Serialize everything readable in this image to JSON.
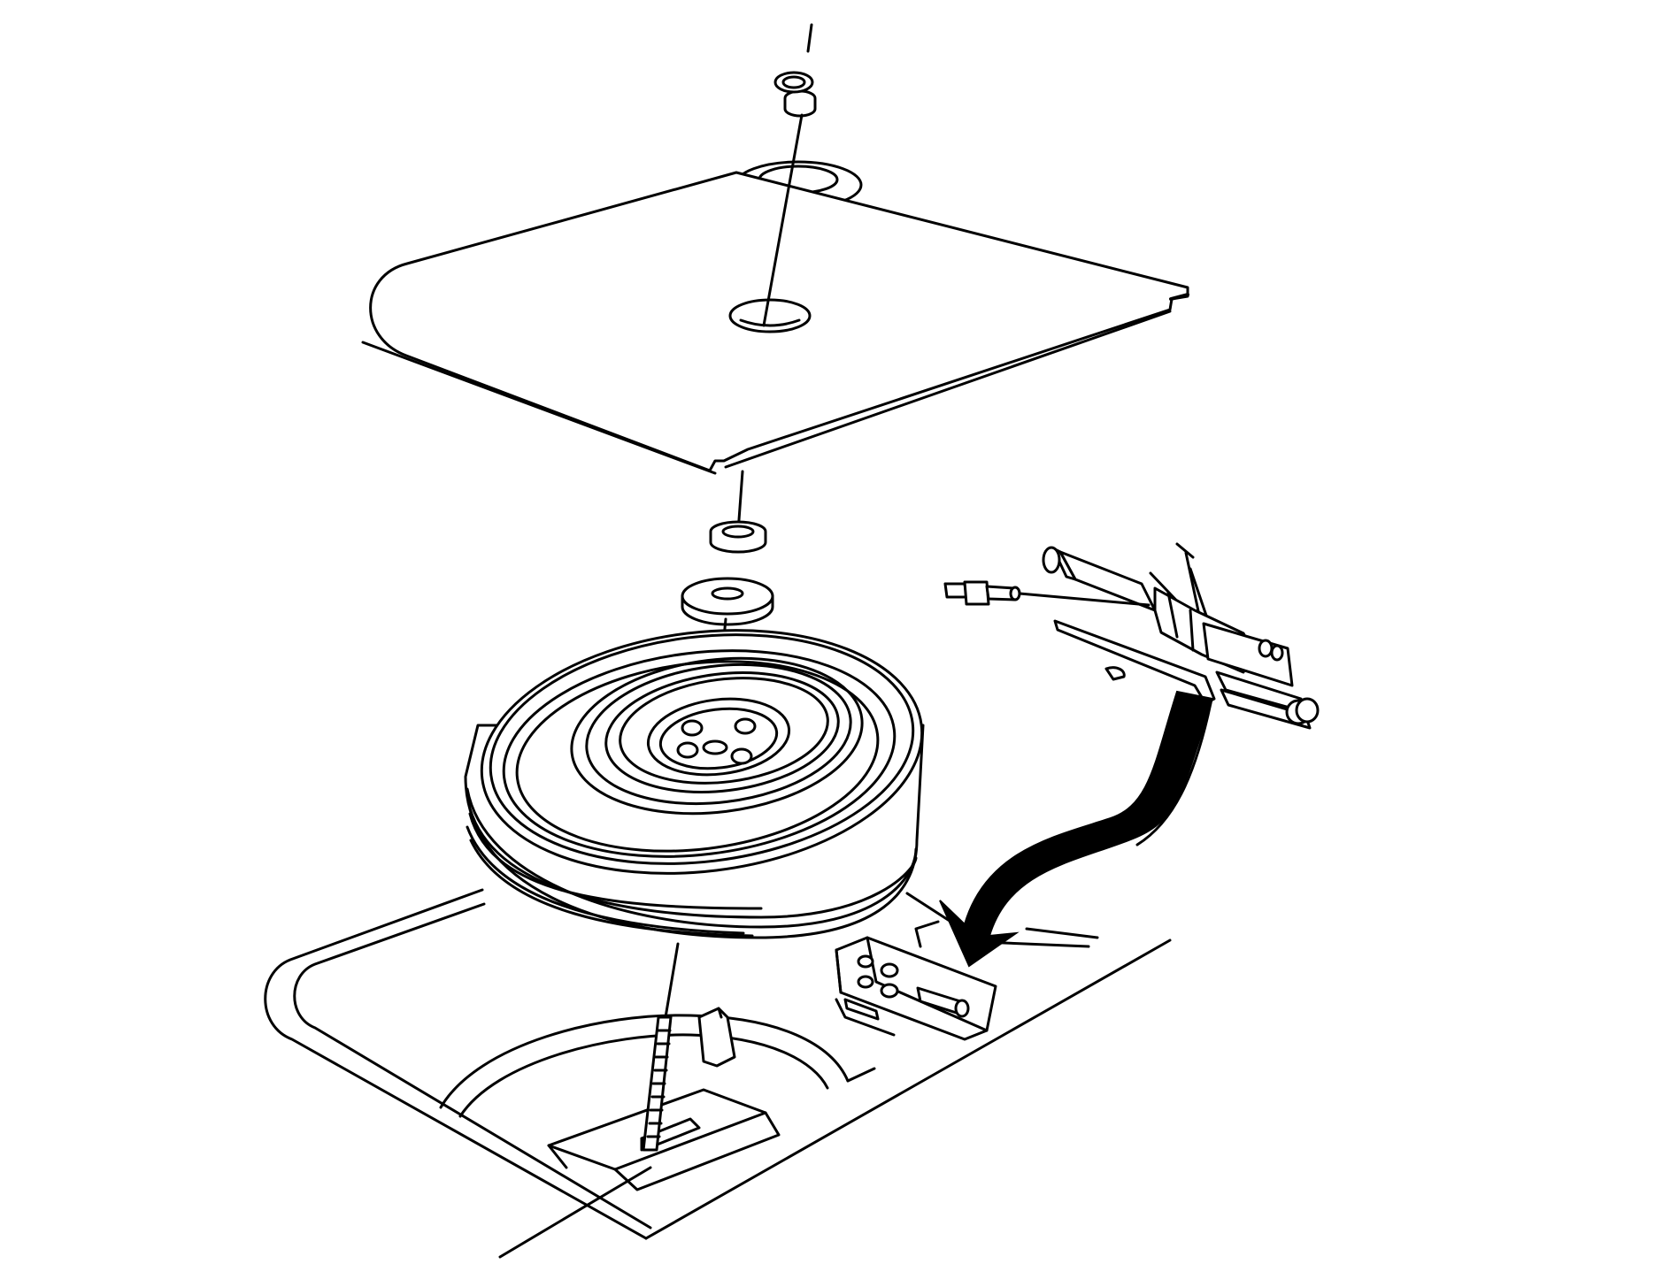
{
  "diagram": {
    "kind": "exploded-view line drawing",
    "style": {
      "line_color": "#000000",
      "background": "#ffffff"
    },
    "parts": [
      "retainer-nut",
      "cover-spacer",
      "load-floor-cover",
      "tire-spacer",
      "wheel-spacer",
      "spare-tire",
      "retaining-bolt",
      "jack-assembly",
      "jack-handle-pin",
      "jack-bracket",
      "spare-tire-well",
      "installation-arrow"
    ]
  }
}
